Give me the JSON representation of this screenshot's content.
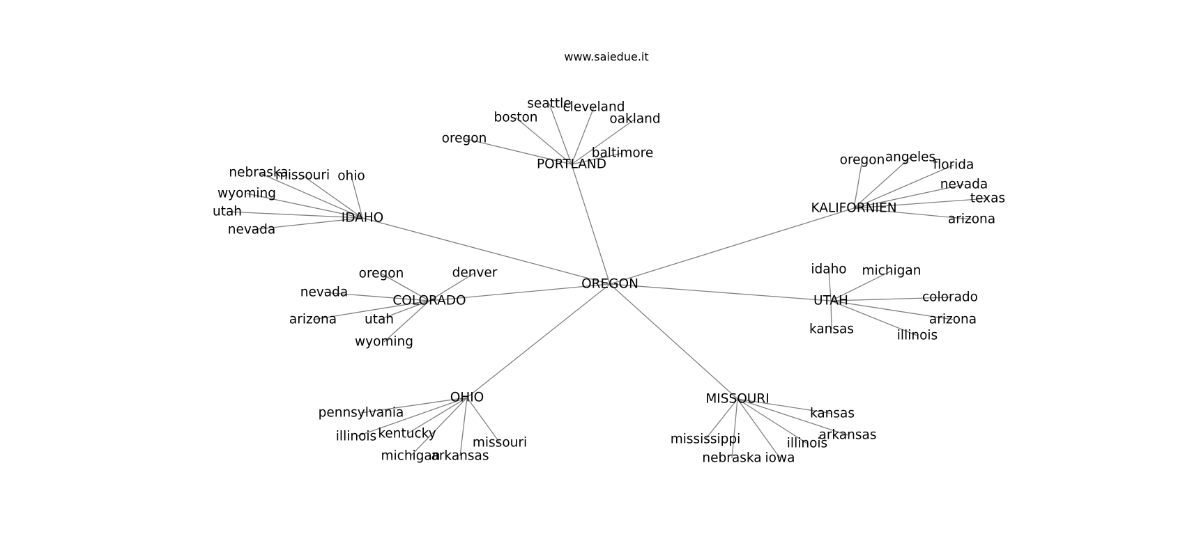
{
  "header": {
    "site_label": "www.saiedue.it"
  },
  "edge_color": "#808080",
  "graph": {
    "root": "OREGON",
    "hubs": [
      {
        "id": "portland",
        "label": "PORTLAND",
        "leaves": [
          "oregon",
          "boston",
          "seattle",
          "cleveland",
          "oakland",
          "baltimore"
        ]
      },
      {
        "id": "kalifornien",
        "label": "KALIFORNIEN",
        "leaves": [
          "oregon",
          "angeles",
          "florida",
          "nevada",
          "texas",
          "arizona"
        ]
      },
      {
        "id": "idaho",
        "label": "IDAHO",
        "leaves": [
          "nebraska",
          "missouri",
          "ohio",
          "wyoming",
          "utah",
          "nevada"
        ]
      },
      {
        "id": "colorado",
        "label": "COLORADO",
        "leaves": [
          "oregon",
          "denver",
          "nevada",
          "arizona",
          "utah",
          "wyoming"
        ]
      },
      {
        "id": "utah",
        "label": "UTAH",
        "leaves": [
          "idaho",
          "michigan",
          "colorado",
          "arizona",
          "kansas",
          "illinois"
        ]
      },
      {
        "id": "ohio",
        "label": "OHIO",
        "leaves": [
          "pennsylvania",
          "illinois",
          "kentucky",
          "michigan",
          "arkansas",
          "missouri"
        ]
      },
      {
        "id": "missouri",
        "label": "MISSOURI",
        "leaves": [
          "kansas",
          "arkansas",
          "illinois",
          "iowa",
          "nebraska",
          "mississippi"
        ]
      }
    ]
  }
}
